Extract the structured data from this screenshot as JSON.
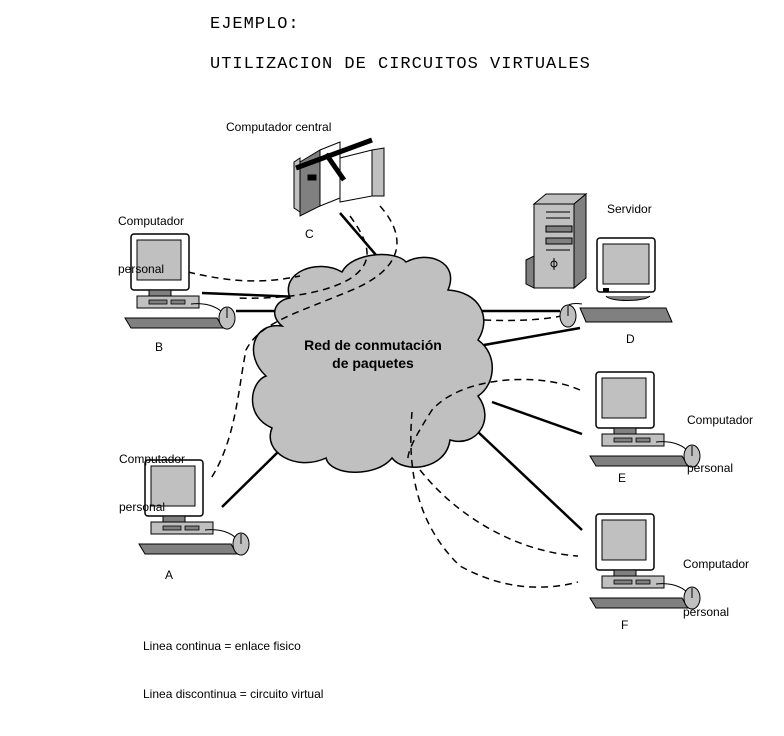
{
  "header": {
    "line1": "EJEMPLO:",
    "line2": "UTILIZACION DE CIRCUITOS VIRTUALES"
  },
  "network": {
    "line1": "Red de conmutación",
    "line2": "de paquetes"
  },
  "nodes": {
    "c": {
      "name": "Computador central",
      "letter": "C"
    },
    "d": {
      "name": "Servidor",
      "letter": "D"
    },
    "b": {
      "name1": "Computador",
      "name2": "personal",
      "letter": "B"
    },
    "a": {
      "name1": "Computador",
      "name2": "personal",
      "letter": "A"
    },
    "e": {
      "name1": "Computador",
      "name2": "personal",
      "letter": "E"
    },
    "f": {
      "name1": "Computador",
      "name2": "personal",
      "letter": "F"
    }
  },
  "legend": {
    "solid": "Linea continua = enlace fisico",
    "dashed": "Linea discontinua = circuito virtual"
  },
  "colors": {
    "cloud": "#c0c0c0",
    "device": "#808080",
    "screen": "#c0c0c0",
    "line": "#000000"
  }
}
